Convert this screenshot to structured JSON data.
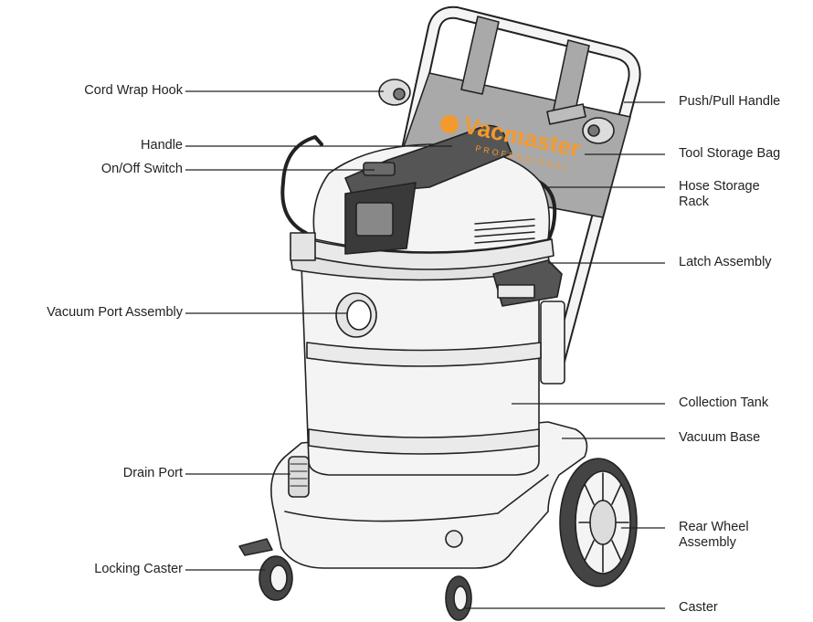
{
  "brand": {
    "logo_text": "Vacmaster",
    "tagline": "PROFESSIONAL"
  },
  "colors": {
    "accent_orange": "#f39a2e",
    "bag_gray": "#a9a9a9",
    "line": "#222222",
    "body_fill": "#f4f4f4"
  },
  "callouts": {
    "cord_wrap_hook": "Cord Wrap Hook",
    "handle": "Handle",
    "on_off_switch": "On/Off Switch",
    "vacuum_port_assembly": "Vacuum Port Assembly",
    "drain_port": "Drain Port",
    "locking_caster": "Locking Caster",
    "push_pull_handle": "Push/Pull Handle",
    "tool_storage_bag": "Tool Storage Bag",
    "hose_storage_rack_1": "Hose Storage",
    "hose_storage_rack_2": "Rack",
    "latch_assembly": "Latch Assembly",
    "collection_tank": "Collection Tank",
    "vacuum_base": "Vacuum Base",
    "rear_wheel_assembly_1": "Rear Wheel",
    "rear_wheel_assembly_2": "Assembly",
    "caster": "Caster"
  }
}
